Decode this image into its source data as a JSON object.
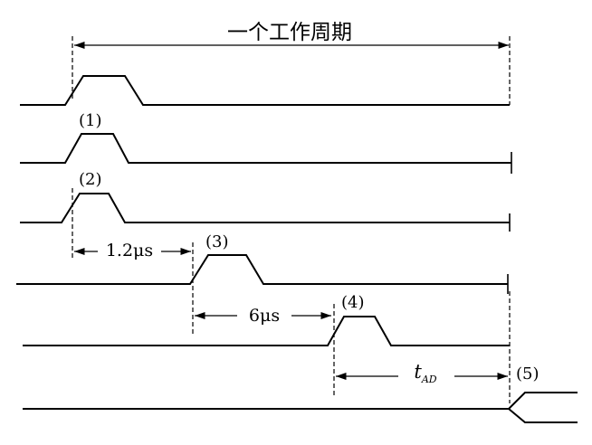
{
  "title": "一个工作周期",
  "labels": {
    "pulse1": "(1)",
    "pulse2": "(2)",
    "pulse3": "(3)",
    "pulse4": "(4)",
    "pulse5": "(5)"
  },
  "intervals": {
    "delay_1": "1.2μs",
    "delay_2": "6μs",
    "t_ad_main": "t",
    "t_ad_sub": "AD"
  }
}
